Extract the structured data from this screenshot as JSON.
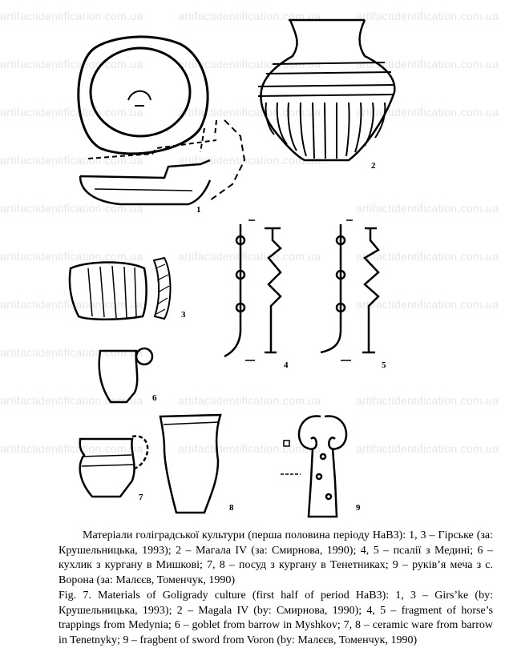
{
  "watermark": "artifactidentification.com.ua",
  "figure_labels": [
    "1",
    "2",
    "3",
    "4",
    "5",
    "6",
    "7",
    "8",
    "9"
  ],
  "caption_uk": "Матеріали голіградської культури (перша половина періоду НаВ3): 1, 3 – Гірське (за: Крушельницька, 1993); 2 – Магала IV (за: Смирнова, 1990); 4, 5 – псалії з Медині; 6 – кухлик з кургану в Мишкові; 7, 8 – посуд з кургану в Тенетниках; 9 – руків’я меча з с. Ворона (за: Малєєв, Томенчук, 1990)",
  "caption_en": "Fig. 7. Materials of Goligrady culture (first half of period HaB3): 1, 3 – Girs’ke (by: Крушельницька, 1993); 2 – Magala IV (by: Смирнова, 1990); 4, 5 – fragment of horse’s trappings from Medynia; 6 – goblet from barrow in Myshkov; 7, 8 – ceramic ware from barrow in Tenetnyky; 9 – fragbent of sword from Voron (by: Малєєв, Томенчук, 1990)"
}
